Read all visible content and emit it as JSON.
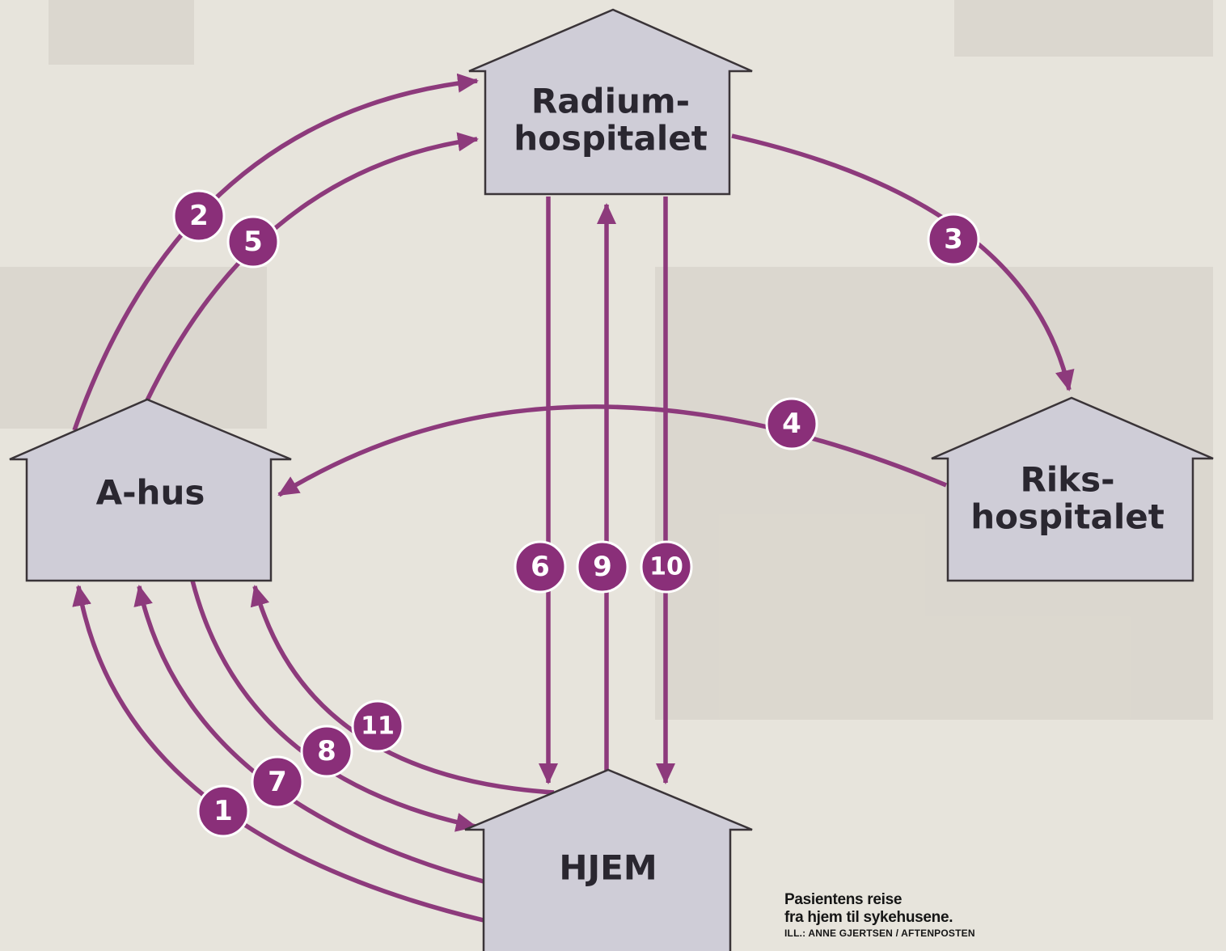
{
  "colors": {
    "background": "#e7e4dc",
    "house_fill": "#cfcdd7",
    "house_stroke": "#3a3438",
    "route_stroke": "#8d3a7c",
    "badge_fill": "#8a2f79",
    "badge_ring": "#ffffff"
  },
  "houses": {
    "radium": {
      "line1": "Radium-",
      "line2": "hospitalet"
    },
    "ahus": {
      "line1": "A-hus"
    },
    "riks": {
      "line1": "Riks-",
      "line2": "hospitalet"
    },
    "hjem": {
      "line1": "HJEM"
    }
  },
  "badges": [
    "1",
    "2",
    "3",
    "4",
    "5",
    "6",
    "7",
    "8",
    "9",
    "10",
    "11"
  ],
  "caption": {
    "line1": "Pasientens reise",
    "line2": "fra hjem til sykehusene.",
    "credit": "ILL.: ANNE GJERTSEN / AFTENPOSTEN"
  }
}
